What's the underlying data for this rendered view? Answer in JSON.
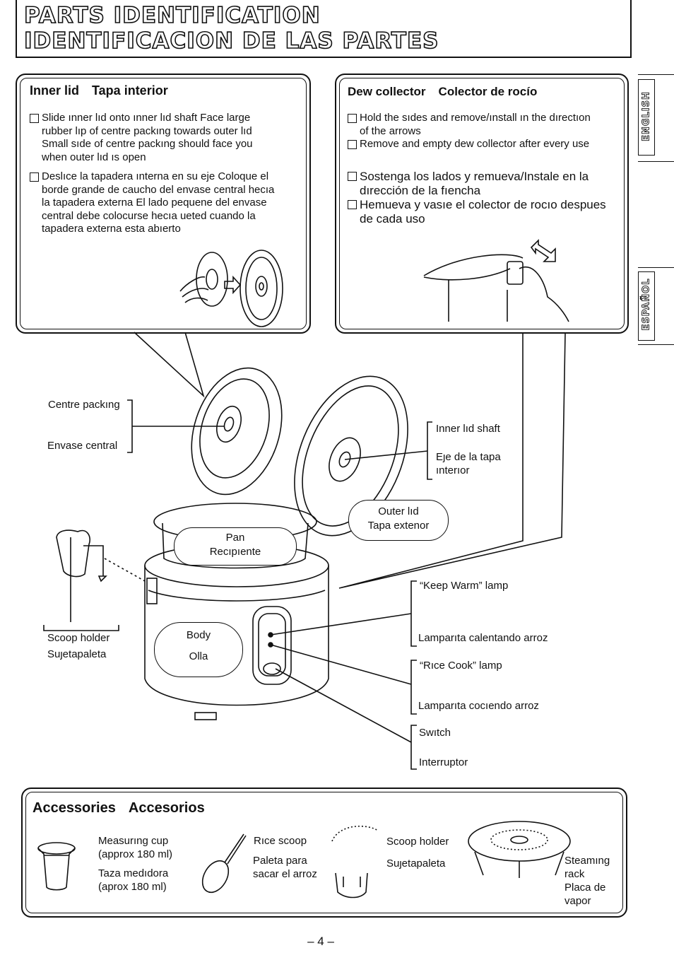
{
  "header": {
    "title_en": "PARTS IDENTIFICATION",
    "title_es": "IDENTIFICACION DE LAS PARTES"
  },
  "side_tabs": {
    "english": "ENGLISH",
    "espanol": "ESPAÑOL"
  },
  "inner_lid": {
    "title_en": "Inner lid",
    "title_es": "Tapa interior",
    "en_lines": [
      "Slide ınner lıd onto ınner lıd shaft  Face large",
      "rubber lıp of centre packıng towards outer lıd",
      "Small sıde of centre packıng should face you",
      "when outer lıd ıs open"
    ],
    "es_lines": [
      "Deslıce la tapadera ınterna en su eje  Coloque el",
      "borde grande de caucho del envase central hecıa",
      "la tapadera externa  El lado pequene del envase",
      "central debe colocurse hecıa ueted cuando la",
      "tapadera externa esta abıerto"
    ]
  },
  "dew_collector": {
    "title_en": "Dew collector",
    "title_es": "Colector de rocío",
    "en_1": [
      "Hold the sıdes and remove/ınstall ın the dırectıon",
      "of the arrows"
    ],
    "en_2": [
      "Remove and empty dew collector after every use"
    ],
    "es_1": [
      "Sostenga los lados y remueva/Instale en la",
      "dırección de la fıencha"
    ],
    "es_2": [
      "Hemueva y vasıe el colector de rocıo despues",
      "de cada uso"
    ]
  },
  "labels": {
    "centre_packing": "Centre packıng",
    "envase_central": "Envase central",
    "inner_lid_shaft": "Inner lıd shaft",
    "eje_tapa_1": "Eȷe de la tapa",
    "eje_tapa_2": "ınterıor",
    "outer_lid": "Outer lıd",
    "tapa_exterior": "Tapa extenor",
    "pan": "Pan",
    "recipiente": "Recıpıente",
    "keep_warm": "“Keep Warm” lamp",
    "lamparita_calentando": "Lamparıta calentando arroz",
    "rice_cook": "“Rıce Cook” lamp",
    "lamparita_cociendo": "Lamparıta cocıendo arroz",
    "switch": "Swıtch",
    "interruptor": "Interruptor",
    "scoop_holder": "Scoop holder",
    "sujetapaleta": "Suȷetapaleta",
    "body": "Body",
    "olla": "Olla"
  },
  "accessories": {
    "title_en": "Accessories",
    "title_es": "Accesorios",
    "measuring_cup": [
      "Measurıng cup",
      "(approx  180 ml)"
    ],
    "taza": [
      "Taza medıdora",
      "(aprox  180 ml)"
    ],
    "rice_scoop": "Rıce scoop",
    "paleta": [
      "Paleta para",
      "sacar el arroz"
    ],
    "scoop_holder": "Scoop holder",
    "sujetapaleta": "Suȷetapaleta",
    "steaming_rack": [
      "Steamıng",
      "rack"
    ],
    "placa": [
      "Placa de",
      "vapor"
    ]
  },
  "page_number": "– 4 –"
}
